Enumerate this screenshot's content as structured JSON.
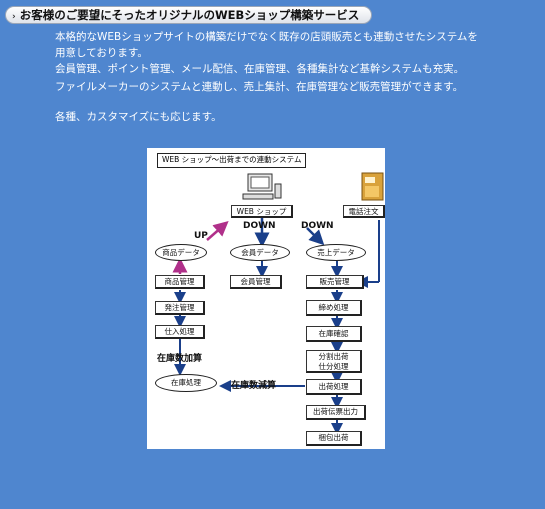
{
  "heading": "お客様のご要望にそったオリジナルのWEBショップ構築サービス",
  "paragraphs": [
    "本格的なWEBショップサイトの構築だけでなく既存の店頭販売とも連動させたシステムを",
    "用意しております。",
    "会員管理、ポイント管理、メール配信、在庫管理、各種集計など基幹システムも充実。",
    "ファイルメーカーのシステムと連動し、売上集計、在庫管理など販売管理ができます。",
    "各種、カスタマイズにも応じます。"
  ],
  "diagram": {
    "title": "WEB ショップ～出荷までの連動システム",
    "web_shop": "WEB ショップ",
    "phone_order": "電話注文",
    "up": "UP",
    "down1": "DOWN",
    "down2": "DOWN",
    "product_data": "商品データ",
    "member_data": "会員データ",
    "sales_data": "売上データ",
    "product_mgmt": "商品管理",
    "member_mgmt": "会員管理",
    "sales_mgmt": "販売管理",
    "order_mgmt": "発注管理",
    "purchase": "仕入処理",
    "stock_add": "在庫数加算",
    "stock_process": "在庫処理",
    "stock_sub": "在庫数減算",
    "closing": "締め処理",
    "stock_check": "在庫確認",
    "split_ship_1": "分割出荷",
    "split_ship_2": "仕分処理",
    "shipping": "出荷処理",
    "slip_output": "出荷伝票出力",
    "packing": "梱包出荷"
  },
  "colors": {
    "background": "#4f86cf",
    "up_arrow": "#b0308a",
    "arrow": "#1a3f8a"
  }
}
